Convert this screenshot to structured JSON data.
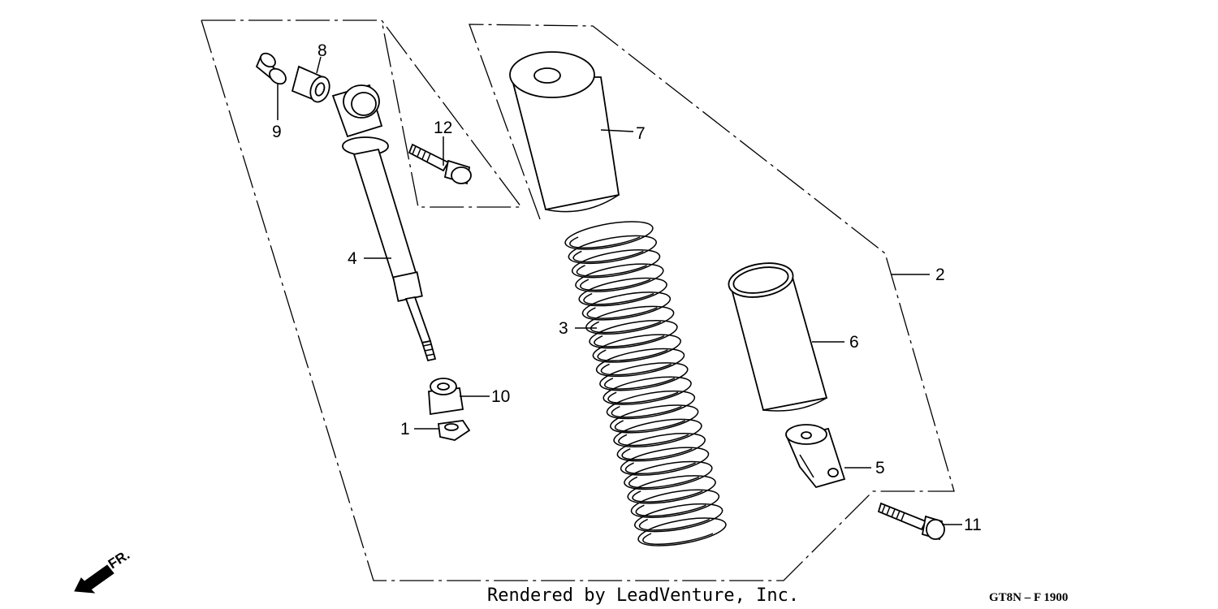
{
  "callouts": {
    "p1": "1",
    "p2": "2",
    "p3": "3",
    "p4": "4",
    "p5": "5",
    "p6": "6",
    "p7": "7",
    "p8": "8",
    "p9": "9",
    "p10": "10",
    "p11": "11",
    "p12": "12"
  },
  "front_indicator": "FR.",
  "footer": {
    "credit": "Rendered by LeadVenture, Inc.",
    "diagram_code": "GT8N – F 1900"
  }
}
